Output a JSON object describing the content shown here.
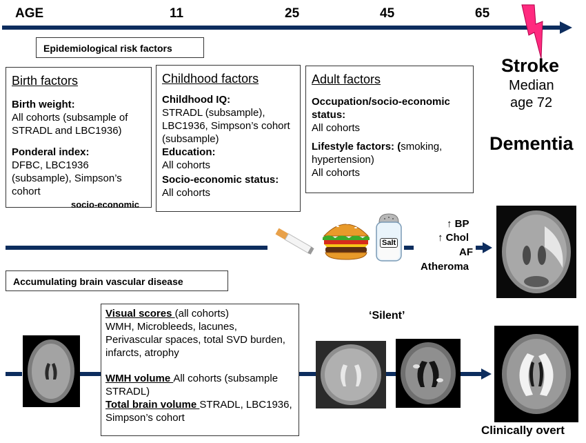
{
  "timeline": {
    "age_label": "AGE",
    "ticks": [
      "11",
      "25",
      "45",
      "65"
    ]
  },
  "epi_label": "Epidemiological risk factors",
  "birth": {
    "title": "Birth factors",
    "weight_label": "Birth weight:",
    "weight_text": "All cohorts (subsample of STRADL and LBC1936)",
    "ponderal_label": "Ponderal index:",
    "ponderal_text": "DFBC, LBC1936 (subsample), Simpson’s cohort",
    "overflow_text": "socio-economic"
  },
  "childhood": {
    "title": "Childhood factors",
    "iq_label": "Childhood IQ:",
    "iq_text": "STRADL (subsample), LBC1936, Simpson’s cohort (subsample)",
    "edu_label": "Education:",
    "edu_text": "All cohorts",
    "ses_label": "Socio-economic status:",
    "ses_text": "All cohorts"
  },
  "adult": {
    "title": "Adult factors",
    "occ_label": "Occupation/socio-economic status:",
    "occ_text": "All cohorts",
    "life_label": "Lifestyle factors: (",
    "life_rest": "smoking, hypertension)",
    "life_text": "All cohorts"
  },
  "outcomes": {
    "stroke": "Stroke",
    "median_line1": "Median",
    "median_line2": "age 72",
    "dementia": "Dementia"
  },
  "risk": {
    "salt_label": "Salt",
    "bp": "↑ BP",
    "chol": "↑ Chol",
    "af": "AF",
    "atheroma": "Atheroma"
  },
  "vascular_label": "Accumulating brain vascular disease",
  "imaging": {
    "visual_label": "Visual scores ",
    "visual_rest": "(all cohorts)",
    "visual_text": "WMH, Microbleeds, lacunes, Perivascular spaces, total SVD burden, infarcts, atrophy",
    "wmh_label": "WMH volume ",
    "wmh_text": "All cohorts (subsample STRADL)",
    "tbv_label": "Total brain volume ",
    "tbv_text": "STRADL, LBC1936, Simpson’s cohort"
  },
  "silent_label": "‘Silent’",
  "overt_label": "Clinically overt",
  "colors": {
    "arrow": "#0d2d5e",
    "lightning": "#ff2a7f"
  }
}
